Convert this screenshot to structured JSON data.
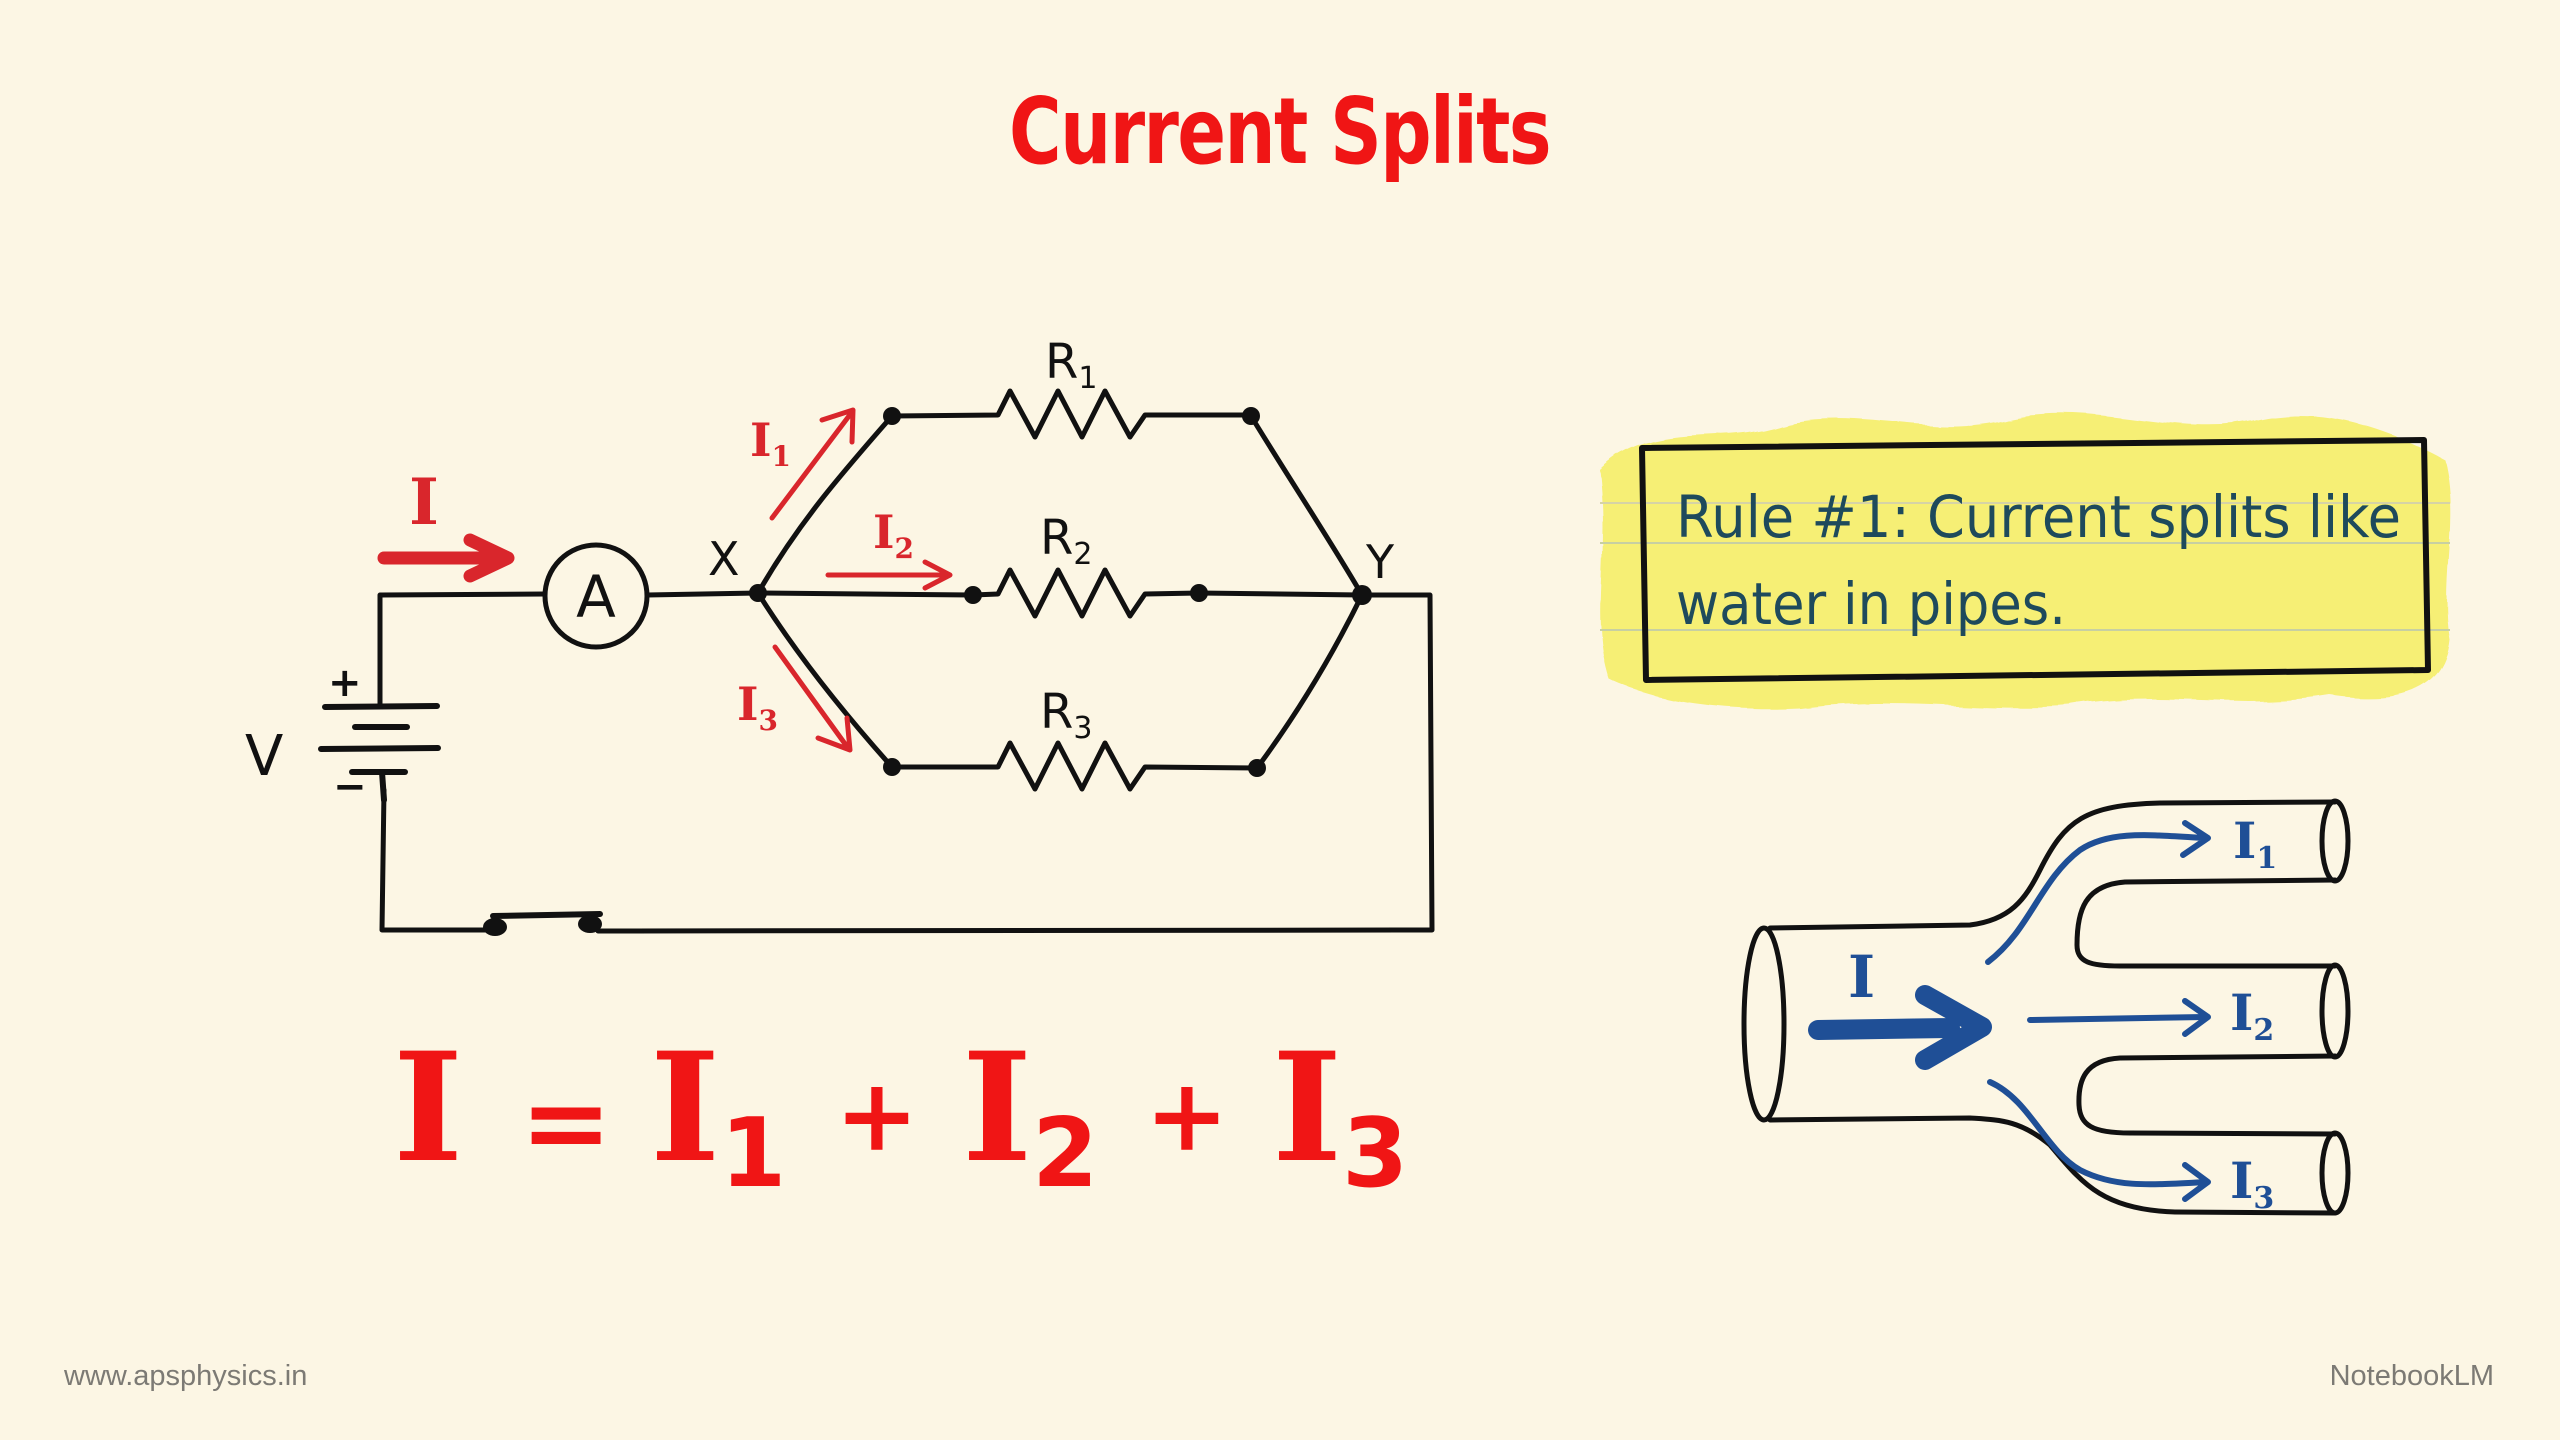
{
  "slide": {
    "title": "Current Splits",
    "title_color": "#f01515",
    "background": "#fcf6e4"
  },
  "circuit": {
    "source_label": "V",
    "positive_sign": "+",
    "negative_sign": "−",
    "ammeter_label": "A",
    "junction_x_label": "X",
    "junction_y_label": "Y",
    "resistors": [
      {
        "name": "R",
        "sub": "1"
      },
      {
        "name": "R",
        "sub": "2"
      },
      {
        "name": "R",
        "sub": "3"
      }
    ],
    "total_current": {
      "name": "I",
      "sub": ""
    },
    "branch_currents": [
      {
        "name": "I",
        "sub": "1"
      },
      {
        "name": "I",
        "sub": "2"
      },
      {
        "name": "I",
        "sub": "3"
      }
    ],
    "wire_color": "#111111",
    "current_color": "#d9262c"
  },
  "equation": {
    "lhs": "I",
    "equals": "=",
    "terms": [
      {
        "name": "I",
        "sub": "1"
      },
      {
        "name": "I",
        "sub": "2"
      },
      {
        "name": "I",
        "sub": "3"
      }
    ],
    "operator": "+",
    "color": "#f01515"
  },
  "rule_box": {
    "line1": "Rule #1: Current splits like",
    "line2": "water in pipes.",
    "text_color": "#1e4a5c",
    "highlight_color": "#f6ef6a"
  },
  "pipe_analogy": {
    "inlet_label": {
      "name": "I",
      "sub": ""
    },
    "outlet_labels": [
      {
        "name": "I",
        "sub": "1"
      },
      {
        "name": "I",
        "sub": "2"
      },
      {
        "name": "I",
        "sub": "3"
      }
    ],
    "arrow_color": "#1f4f96"
  },
  "footer": {
    "left": "www.apsphysics.in",
    "right": "NotebookLM"
  }
}
